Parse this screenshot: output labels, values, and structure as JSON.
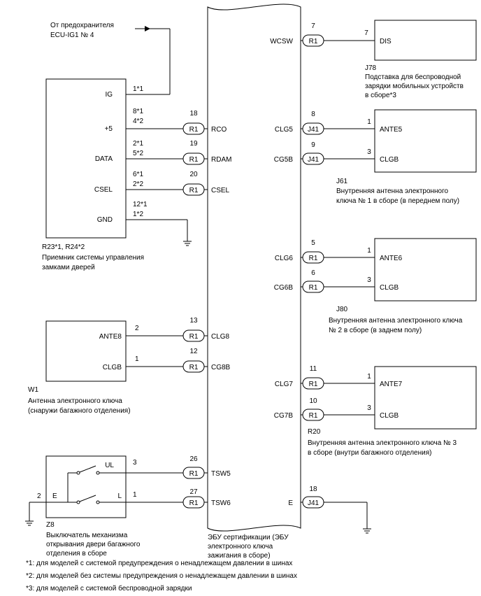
{
  "fuse": {
    "line1": "От предохранителя",
    "line2": "ECU-IG1 № 4"
  },
  "receiver": {
    "code": "R23*1, R24*2",
    "name_line1": "Приемник системы управления",
    "name_line2": "замками дверей",
    "pins": {
      "ig": "IG",
      "p5": "+5",
      "data": "DATA",
      "csel": "CSEL",
      "gnd": "GND"
    },
    "nums": {
      "ig": "1*1",
      "p5a": "8*1",
      "p5b": "4*2",
      "dataa": "2*1",
      "datab": "5*2",
      "csela": "6*1",
      "cselb": "2*2",
      "gnda": "12*1",
      "gndb": "1*2"
    }
  },
  "antenna_w1": {
    "code": "W1",
    "name_line1": "Антенна электронного ключа",
    "name_line2": "(снаружи багажного отделения)",
    "pins": {
      "ante8": "ANTE8",
      "clgb": "CLGB"
    },
    "nums": {
      "ante8": "2",
      "clgb": "1"
    }
  },
  "switch_z8": {
    "code": "Z8",
    "name_line1": "Выключатель механизма",
    "name_line2": "открывания двери багажного",
    "name_line3": "отделения в сборе",
    "pins": {
      "ul": "UL",
      "l": "L",
      "e": "E"
    },
    "nums": {
      "ul": "3",
      "l": "1",
      "e": "2"
    }
  },
  "ecu": {
    "name_line1": "ЭБУ сертификации (ЭБУ",
    "name_line2": "электронного ключа",
    "name_line3": "зажигания в сборе)",
    "left_pins": [
      {
        "num": "18",
        "conn": "R1",
        "label": "RCO"
      },
      {
        "num": "19",
        "conn": "R1",
        "label": "RDAM"
      },
      {
        "num": "20",
        "conn": "R1",
        "label": "CSEL"
      },
      {
        "num": "13",
        "conn": "R1",
        "label": "CLG8"
      },
      {
        "num": "12",
        "conn": "R1",
        "label": "CG8B"
      },
      {
        "num": "26",
        "conn": "R1",
        "label": "TSW5"
      },
      {
        "num": "27",
        "conn": "R1",
        "label": "TSW6"
      }
    ],
    "right_pins": [
      {
        "num": "7",
        "conn": "R1",
        "label": "WCSW"
      },
      {
        "num": "8",
        "conn": "J41",
        "label": "CLG5"
      },
      {
        "num": "9",
        "conn": "J41",
        "label": "CG5B"
      },
      {
        "num": "5",
        "conn": "R1",
        "label": "CLG6"
      },
      {
        "num": "6",
        "conn": "R1",
        "label": "CG6B"
      },
      {
        "num": "11",
        "conn": "R1",
        "label": "CLG7"
      },
      {
        "num": "10",
        "conn": "R1",
        "label": "CG7B"
      },
      {
        "num": "18",
        "conn": "J41",
        "label": "E"
      }
    ]
  },
  "dis": {
    "code": "J78",
    "pin_label": "DIS",
    "pin_num": "7",
    "name_line1": "Подставка для беспроводной",
    "name_line2": "зарядки мобильных устройств",
    "name_line3": "в сборе*3"
  },
  "antenna_j61": {
    "code": "J61",
    "pins": {
      "ante": "ANTE5",
      "clgb": "CLGB"
    },
    "nums": {
      "ante": "1",
      "clgb": "3"
    },
    "name_line1": "Внутренняя антенна электронного",
    "name_line2": "ключа № 1 в сборе (в переднем полу)"
  },
  "antenna_j80": {
    "code": "J80",
    "pins": {
      "ante": "ANTE6",
      "clgb": "CLGB"
    },
    "nums": {
      "ante": "1",
      "clgb": "3"
    },
    "name_line1": "Внутренняя антенна электронного ключа",
    "name_line2": "№ 2 в сборе (в заднем полу)"
  },
  "antenna_r20": {
    "code": "R20",
    "pins": {
      "ante": "ANTE7",
      "clgb": "CLGB"
    },
    "nums": {
      "ante": "1",
      "clgb": "3"
    },
    "name_line1": "Внутренняя антенна электронного ключа № 3",
    "name_line2": "в сборе (внутри багажного отделения)"
  },
  "notes": [
    "*1: для моделей с системой предупреждения о ненадлежащем давлении в шинах",
    "*2: для моделей без системы предупреждения о ненадлежащем давлении в шинах",
    "*3: для моделей с системой беспроводной зарядки"
  ]
}
